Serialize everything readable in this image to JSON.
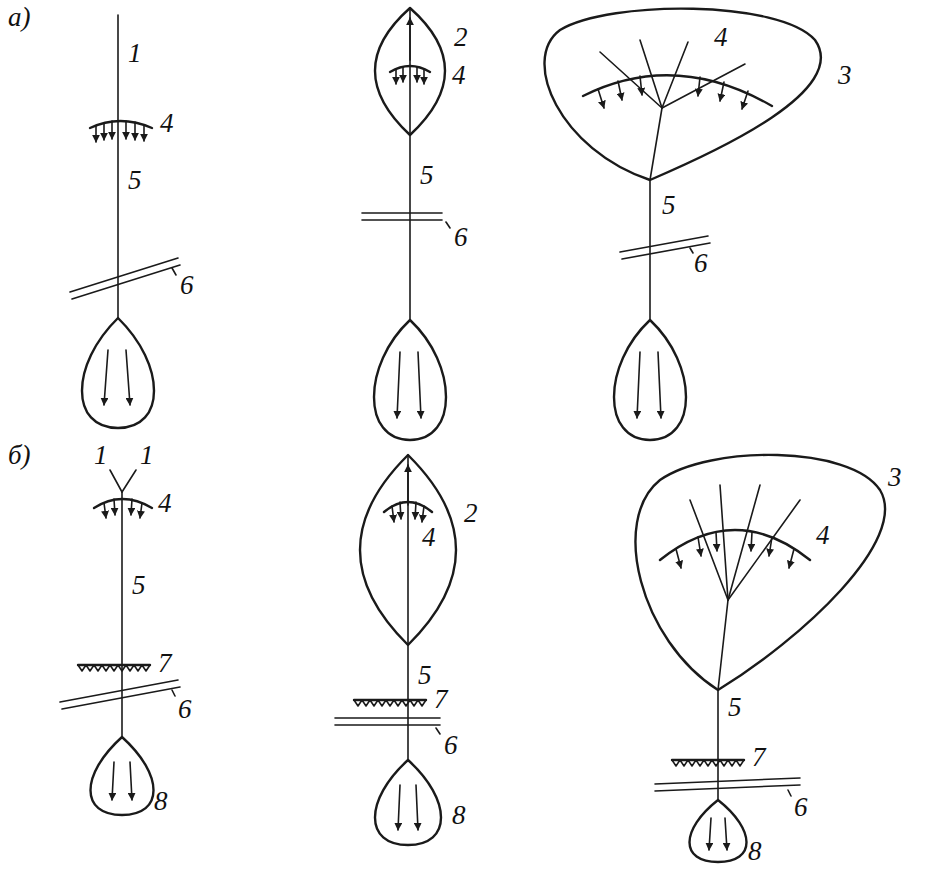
{
  "diagram": {
    "labels": [
      "а)",
      "1",
      "4",
      "5",
      "6",
      "2",
      "4",
      "5",
      "6",
      "4",
      "3",
      "5",
      "6",
      "б)",
      "1",
      "1",
      "4",
      "5",
      "7",
      "6",
      "8",
      "4",
      "2",
      "5",
      "7",
      "6",
      "8",
      "4",
      "3",
      "5",
      "7",
      "6",
      "8"
    ]
  }
}
